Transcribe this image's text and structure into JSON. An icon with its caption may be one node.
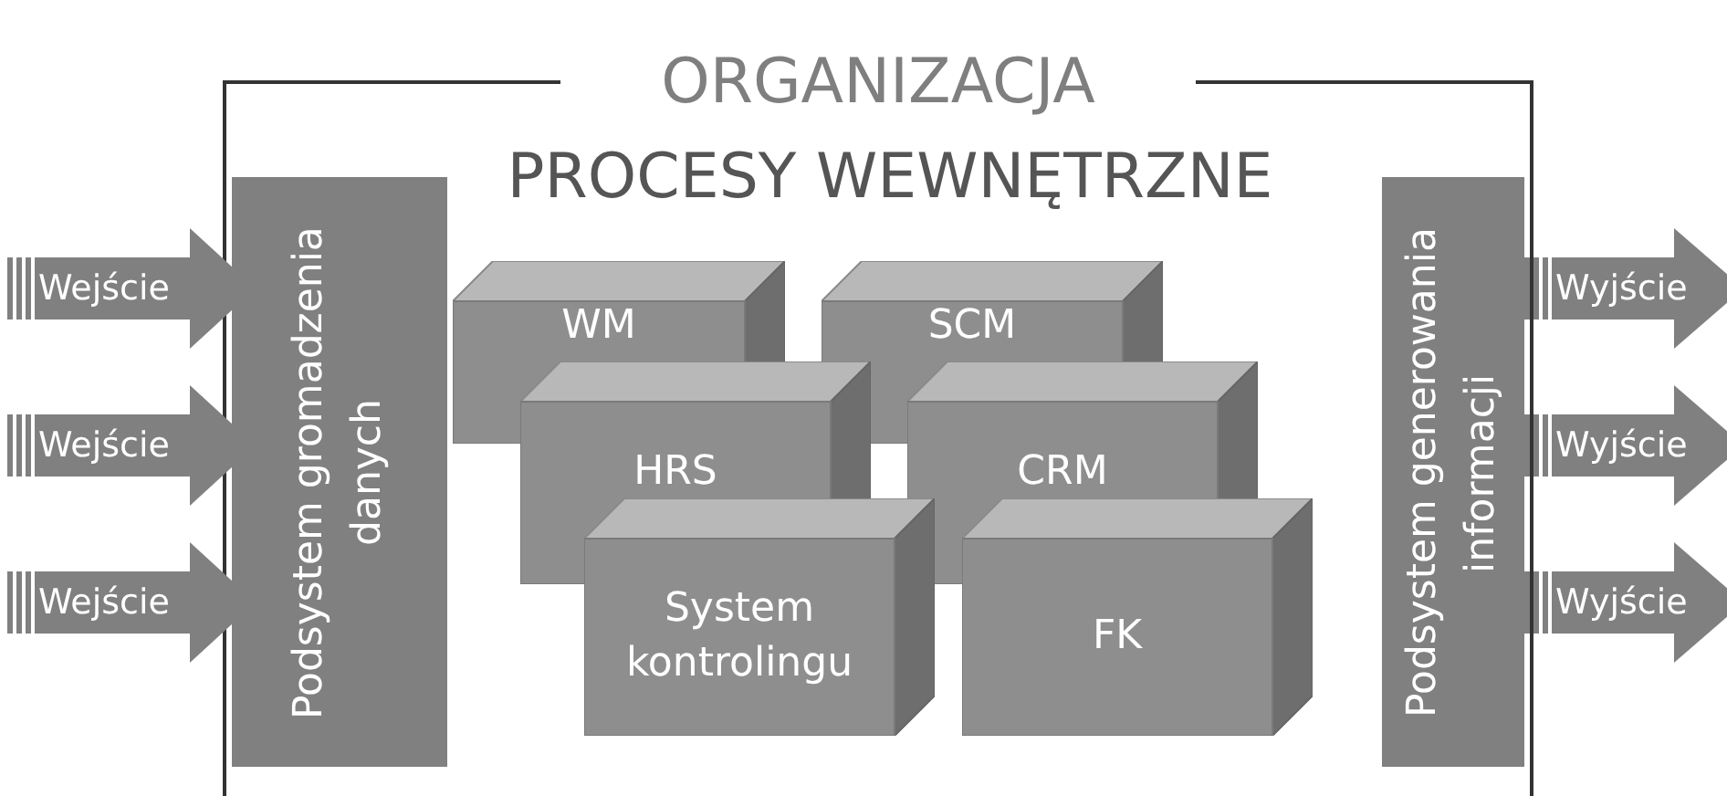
{
  "diagram": {
    "nodes": [
      {
        "text": [
          "ORGANIZACJA"
        ]
      },
      {
        "text": [
          "Wejście"
        ]
      },
      {
        "text": [
          "Wejście"
        ]
      },
      {
        "text": [
          "Wejście"
        ]
      },
      {
        "text": [
          "Podsystem gromadzenia danych"
        ],
        "in": 0
      },
      {
        "text": [
          "WM"
        ],
        "in": 0
      },
      {
        "text": [
          "SCM"
        ],
        "in": 0
      },
      {
        "text": [
          "HRS"
        ],
        "in": 0
      },
      {
        "text": [
          "CRM"
        ],
        "in": 0
      },
      {
        "text": [
          "System kontrolingu"
        ],
        "in": 0
      },
      {
        "text": [
          "FK"
        ],
        "in": 0
      },
      {
        "text": [
          "Podsystem generowania informacji"
        ],
        "in": 0
      },
      {
        "text": [
          "Wyjście"
        ]
      },
      {
        "text": [
          "Wyjście"
        ]
      },
      {
        "text": [
          "Wyjście"
        ]
      }
    ],
    "edges": [],
    "labels": [
      "PROCESY WEWNĘTRZNE"
    ]
  }
}
